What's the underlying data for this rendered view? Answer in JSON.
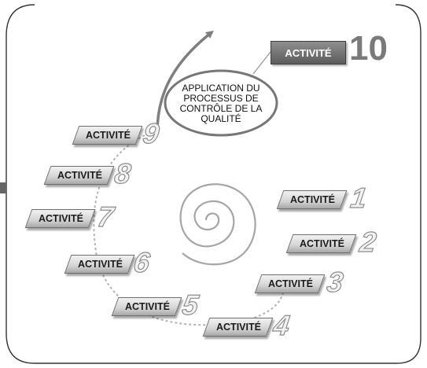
{
  "activity_word": "ACTIVITÉ",
  "application_text": [
    "APPLICATION DU",
    "PROCESSUS DE",
    "CONTRÔLE DE LA",
    "QUALITÉ"
  ],
  "activities": [
    {
      "number": "1"
    },
    {
      "number": "2"
    },
    {
      "number": "3"
    },
    {
      "number": "4"
    },
    {
      "number": "5"
    },
    {
      "number": "6"
    },
    {
      "number": "7"
    },
    {
      "number": "8"
    },
    {
      "number": "9"
    }
  ],
  "activity10": {
    "label": "ACTIVITÉ",
    "number": "10"
  },
  "colors": {
    "frame": "#333333",
    "spiral": "#a6a6a6",
    "arrow": "#7f7f7f",
    "chip_face": "#d3d3d3",
    "label10_fill": "#6e6e6e",
    "number10": "#7a7a7a"
  }
}
